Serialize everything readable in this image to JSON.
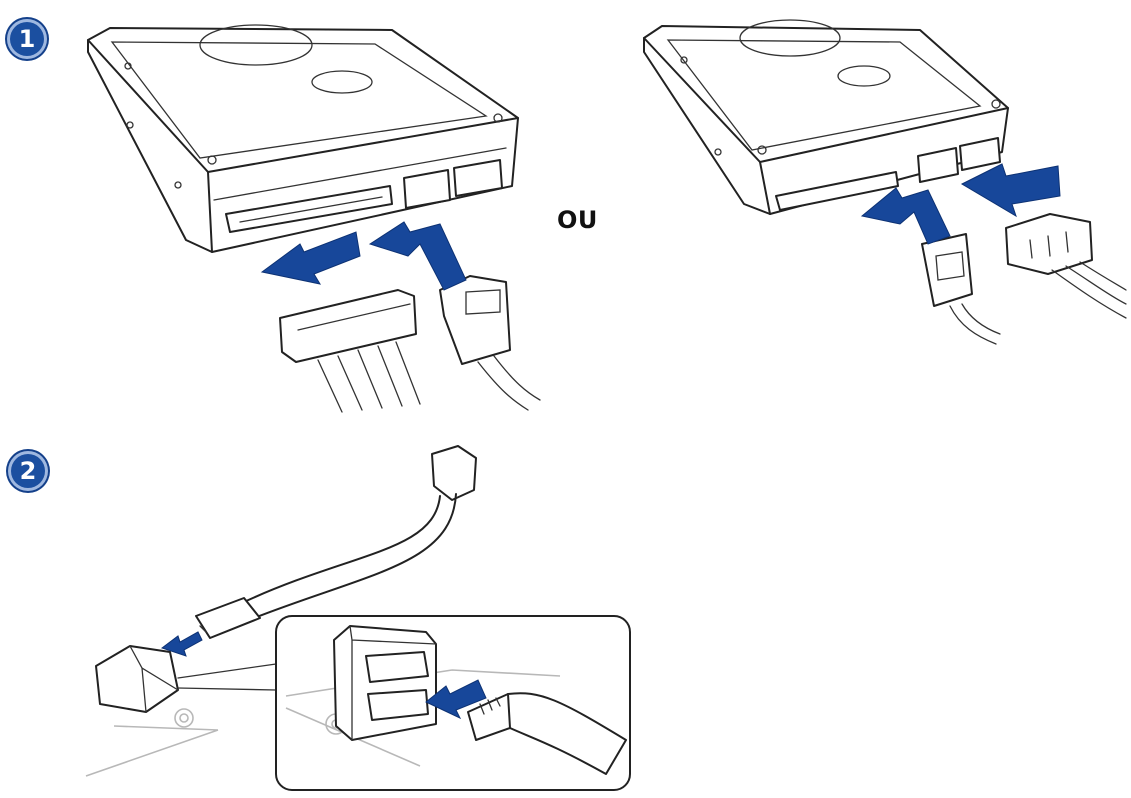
{
  "steps": [
    {
      "number": "1"
    },
    {
      "number": "2"
    }
  ],
  "separator": "OU",
  "colors": {
    "badge": "#1b4fa0",
    "arrow": "#17479a",
    "line": "#222222"
  }
}
